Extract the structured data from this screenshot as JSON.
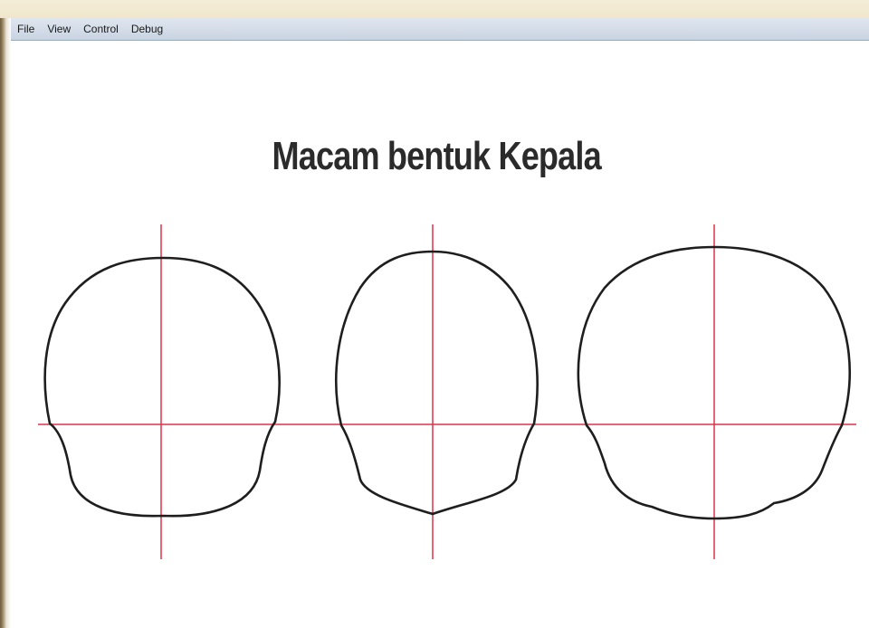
{
  "menu": {
    "file": "File",
    "view": "View",
    "control": "Control",
    "debug": "Debug"
  },
  "canvas": {
    "title": "Macam bentuk Kepala"
  },
  "colors": {
    "guide": "#e0304a",
    "outline": "#1e1e1e",
    "menubar": "#d3dce8"
  }
}
